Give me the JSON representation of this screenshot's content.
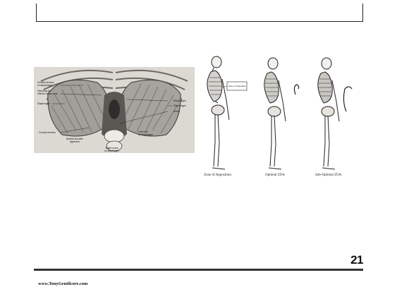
{
  "slide": {
    "page_number": "21",
    "footer_url": "www.TonyGentilcore.com"
  },
  "figure_left": {
    "labels": {
      "central_tendon_diaphragm": "Central tendon\nof diaphragm",
      "opening_ivc": "Opening for\ninferior vena cava",
      "diaphragm_left": "Diaphragm",
      "central_tendon": "Central tendon",
      "medial_arcuate": "Medial arcuate\nligament",
      "right_crus": "Right crura\nof diaphragm",
      "left_crus": "Left crus\nof diaphragm",
      "esophagus": "Esophagus",
      "diaphragm_right": "Diaphragm",
      "aorta": "Aorta"
    }
  },
  "figure_right": {
    "inset_label": "Zone of Apposition",
    "captions": [
      "Zone of Apposition",
      "Optimal ZOA",
      "Sub-Optimal ZOA"
    ]
  }
}
